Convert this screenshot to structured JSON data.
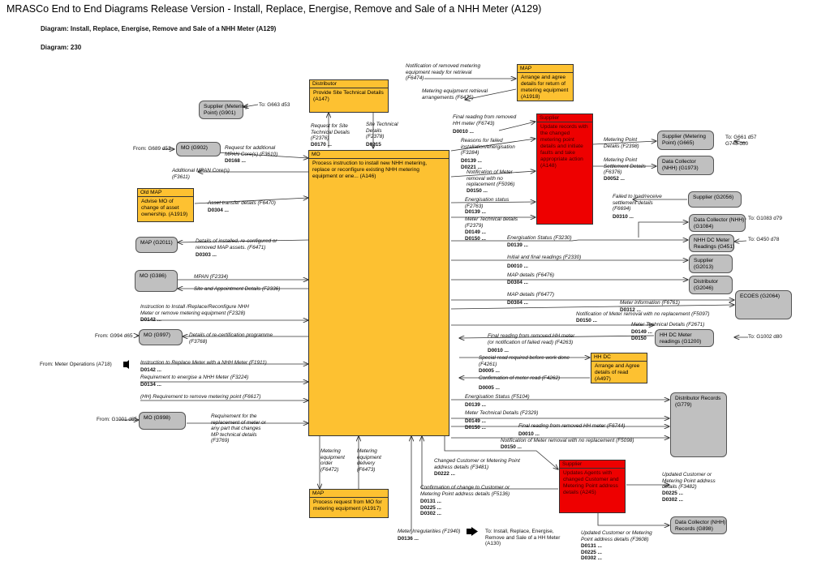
{
  "page": {
    "title": "MRASCo End to End Diagrams Release Version - Install, Replace, Energise, Remove and Sale of a NHH Meter (A129)",
    "diagram_label": "Diagram: Install, Replace, Energise, Remove and Sale of a NHH Meter (A129)",
    "diagram_number": "Diagram: 230"
  },
  "activities": [
    {
      "id": "mo",
      "header": "MO",
      "body": "Process instruction to install new NHH metering,\nreplace or reconfigure existing NHH metering\nequipment or ene... (A146)",
      "color": "#fdc131"
    },
    {
      "id": "distributor",
      "header": "Distributor",
      "body": "Provide Site Technical Details\n(A147)",
      "color": "#fdc131"
    },
    {
      "id": "map-top",
      "header": "MAP",
      "body": "Arrange and agree\ndetails for return of\nmetering equipment\n(A1918)",
      "color": "#fdc131"
    },
    {
      "id": "supplier-red",
      "header": "Supplier",
      "body": "Update records with\nthe changed\nmetering point\ndetails and initiate\nfaults and take\nappropriate action\n(A148)",
      "color": "#ee0000"
    },
    {
      "id": "old-map",
      "header": "Old MAP",
      "body": "Advise MO of\nchange of asset\nownership. (A1919)",
      "color": "#fdc131"
    },
    {
      "id": "hhdc",
      "header": "HH DC",
      "body": "Arrange and Agree\ndetails of read\n(A497)",
      "color": "#fdc131"
    },
    {
      "id": "map-bottom",
      "header": "MAP",
      "body": "Process request from MO for\nmetering equipment (A1917)",
      "color": "#fdc131"
    },
    {
      "id": "supplier-red-2",
      "header": "Supplier",
      "body": "Updates Agents with\nchanged Customer and\nMetering Point address\ndetails (A245)",
      "color": "#ee0000"
    }
  ],
  "roles": [
    {
      "id": "supplier-g901",
      "label": "Supplier (Metering\nPoint) (G901)"
    },
    {
      "id": "mo-g902",
      "label": "MO (G902)"
    },
    {
      "id": "map-g2011",
      "label": "MAP (G2011)"
    },
    {
      "id": "mo-g386",
      "label": "MO (G386)"
    },
    {
      "id": "mo-g997",
      "label": "MO (G997)"
    },
    {
      "id": "mo-g998",
      "label": "MO (G998)"
    },
    {
      "id": "supplier-g665",
      "label": "Supplier (Metering\nPoint) (G665)"
    },
    {
      "id": "dc-g1973",
      "label": "Data Collector\n(NHH) (G1973)"
    },
    {
      "id": "supplier-g2056",
      "label": "Supplier (G2056)"
    },
    {
      "id": "dc-g1084",
      "label": "Data Collector (NHH)\n(G1084)"
    },
    {
      "id": "nhhdc-g451",
      "label": "NHH DC Meter\nReadings (G451)"
    },
    {
      "id": "supplier-g2013",
      "label": "Supplier\n(G2013)"
    },
    {
      "id": "distributor-g2046",
      "label": "Distributor\n(G2046)"
    },
    {
      "id": "ecoes-g2064",
      "label": "ECOES (G2064)"
    },
    {
      "id": "hhdc-g1200",
      "label": "HH DC Meter\nreadings (G1200)"
    },
    {
      "id": "distributor-records-g779",
      "label": "Distributor Records\n(G779)"
    },
    {
      "id": "dc-g898",
      "label": "Data Collector (NHH)\nRecords (G898)"
    }
  ],
  "refs": {
    "to_g663": "To: G663 d53",
    "from_g689": "From: G689 d53",
    "from_g994": "From: G994 d65",
    "from_meter_ops": "From: Meter Operations (A718)",
    "from_g1001": "From: G1001 d65",
    "to_g661": "To: G661 d57\nG748 d60",
    "to_g1083": "To: G1083 d79",
    "to_g450": "To: G450 d78",
    "to_g1002": "To: G1002 d80",
    "to_a130": "To: Install, Replace, Energise,\nRemove and Sale of a HH Meter\n(A130)"
  },
  "flows": [
    {
      "id": "f-f6474",
      "text": "Notification of removed metering\nequipment ready for retrieval\n(F6474)"
    },
    {
      "id": "f-f6475",
      "text": "Metering equipment retrieval\narrangements (F6475)"
    },
    {
      "id": "f-f2376",
      "text": "Request for Site\nTechnical Details\n(F2376)",
      "code": "D0170 ..."
    },
    {
      "id": "f-f2378",
      "text": "Site Technical\nDetails\n(F2378)",
      "code": "D0215"
    },
    {
      "id": "f-f3610",
      "text": "Request for additional\nMPAN Core(s) (F3610)",
      "code": "D0168 ..."
    },
    {
      "id": "f-f3611",
      "text": "Additional MPAN Core(s)\n(F3611)"
    },
    {
      "id": "f-f6743",
      "text": "Final reading from removed\nHH meter (F6743)",
      "code": "D0010 ..."
    },
    {
      "id": "f-f3284",
      "text": "Reasons for failed\ninstallation/energisation\n(F3284)",
      "code": "D0139 ...\nD0221 ..."
    },
    {
      "id": "f-f5096",
      "text": "Notification of Meter\nremoval with no\nreplacement (F5096)",
      "code": "D0150 ..."
    },
    {
      "id": "f-f2763",
      "text": "Energisation status\n(F2763)",
      "code": "D0139 ..."
    },
    {
      "id": "f-f2379",
      "text": "Meter Technical details\n(F2379)",
      "code": "D0149 ...\nD0150 ..."
    },
    {
      "id": "f-f2398",
      "text": "Metering Point\nDetails (F2398)"
    },
    {
      "id": "f-f6376",
      "text": "Metering Point\nSettlement Details\n(F6376)",
      "code": "D0052 ..."
    },
    {
      "id": "f-f6694",
      "text": "Failed to load/receive\nsettlement details\n(F6694)",
      "code": "D0310 ..."
    },
    {
      "id": "f-f6470",
      "text": "Asset transfer details (F6470)",
      "code": "D0304 ..."
    },
    {
      "id": "f-f3230",
      "text": "Energisation Status (F3230)",
      "code": "D0139 ..."
    },
    {
      "id": "f-f6471",
      "text": "Details of installed, re-configured or\nremoved MAP assets. (F6471)",
      "code": "D0303 ..."
    },
    {
      "id": "f-f2330",
      "text": "Initial and final readings (F2330)",
      "code": "D0010 ..."
    },
    {
      "id": "f-f6476",
      "text": "MAP details (F6476)",
      "code": "D0304 ..."
    },
    {
      "id": "f-f2334",
      "text": "MPAN (F2334)"
    },
    {
      "id": "f-f2336",
      "text": "Site and Appointment Details (F2336)"
    },
    {
      "id": "f-f6477",
      "text": "MAP details (F6477)",
      "code": "D0304 ..."
    },
    {
      "id": "f-f6761",
      "text": "Meter information (F6761)",
      "code": "D0312 ..."
    },
    {
      "id": "f-f2328",
      "text": "Instruction to Install /Replace/Reconfigure NHH\nMeter or remove metering equipment (F2328)",
      "code": "D0142 ..."
    },
    {
      "id": "f-f5097",
      "text": "Notification of Meter removal with no replacement (F5097)",
      "code": "D0150 ..."
    },
    {
      "id": "f-f2671",
      "text": "Meter Technical Details (F2671)",
      "code": "D0149 ...\nD0150"
    },
    {
      "id": "f-f3768",
      "text": "Details of re-certification programme\n(F3768)"
    },
    {
      "id": "f-f4263",
      "text": "Final reading from removed HH meter\n(or notification of failed read) (F4263)",
      "code": "D0010 ..."
    },
    {
      "id": "f-f1911",
      "text": "Instruction to Replace Meter with a NHH Meter (F1911)",
      "code": "D0142 ..."
    },
    {
      "id": "f-f4261",
      "text": "Special read required before work done\n(F4261)",
      "code": "D0005 ..."
    },
    {
      "id": "f-f3224",
      "text": "Requirement to energise a NHH Meter (F3224)",
      "code": "D0134 ..."
    },
    {
      "id": "f-f4262",
      "text": "Confirmation of meter read (F4262)",
      "code": "D0005 ..."
    },
    {
      "id": "f-f6617",
      "text": "(HH) Requirement to remove metering point (F6617)"
    },
    {
      "id": "f-f5104",
      "text": "Energisation Status (F5104)",
      "code": "D0139 ..."
    },
    {
      "id": "f-f2329",
      "text": "Meter Technical Details (F2329)",
      "code": "D0149 ...\nD0150 ..."
    },
    {
      "id": "f-f3769",
      "text": "Requirement for the\nreplacement of meter or\nany part that changes\nMP technical details\n(F3769)"
    },
    {
      "id": "f-f6744",
      "text": "Final reading from removed HH meter (F6744)",
      "code": "D0010 ..."
    },
    {
      "id": "f-f5098",
      "text": "Notification of Meter removal with no replacement (F5098)",
      "code": "D0150 ..."
    },
    {
      "id": "f-f6472",
      "text": "Metering\nequipment\norder\n(F6472)"
    },
    {
      "id": "f-f6473",
      "text": "Metering\nequipment\ndelivery\n(F6473)"
    },
    {
      "id": "f-f3481",
      "text": "Changed Customer or Metering Point\naddress details (F3481)",
      "code": "D0222 ..."
    },
    {
      "id": "f-f3482",
      "text": "Updated Customer or\nMetering Point address\ndetails (F3482)",
      "code": "D0225 ...\nD0302 ..."
    },
    {
      "id": "f-f5136",
      "text": "Confirmation of change to Customer or\nMetering Point address details (F5136)",
      "code": "D0131 ...\nD0225 ...\nD0302 ..."
    },
    {
      "id": "f-f1940",
      "text": "Meter Irregularities (F1940)",
      "code": "D0136 ..."
    },
    {
      "id": "f-f3608",
      "text": "Updated Customer or Metering\nPoint address details (F3608)",
      "code": "D0131 ...\nD0225 ...\nD0302 ..."
    }
  ]
}
